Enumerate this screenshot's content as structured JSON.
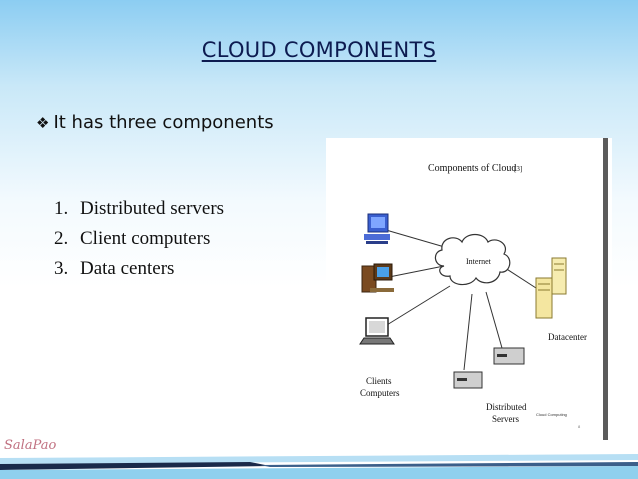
{
  "slide": {
    "title": "CLOUD COMPONENTS",
    "bullet_mark": "❖",
    "bullet_text": "It has three components",
    "list": [
      {
        "num": "1.",
        "text": "Distributed servers"
      },
      {
        "num": "2.",
        "text": "Client computers"
      },
      {
        "num": "3.",
        "text": "Data centers"
      }
    ],
    "watermark": "SalaPao",
    "title_color": "#0d1b50"
  },
  "figure": {
    "heading": "Components of Cloud",
    "heading_ref": "[3]",
    "internet_label": "Internet",
    "clients_label_1": "Clients",
    "clients_label_2": "Computers",
    "datacenter_label": "Datacenter",
    "servers_label_1": "Distributed",
    "servers_label_2": "Servers",
    "footer_label": "Cloud Computing",
    "page_mark": "8"
  }
}
